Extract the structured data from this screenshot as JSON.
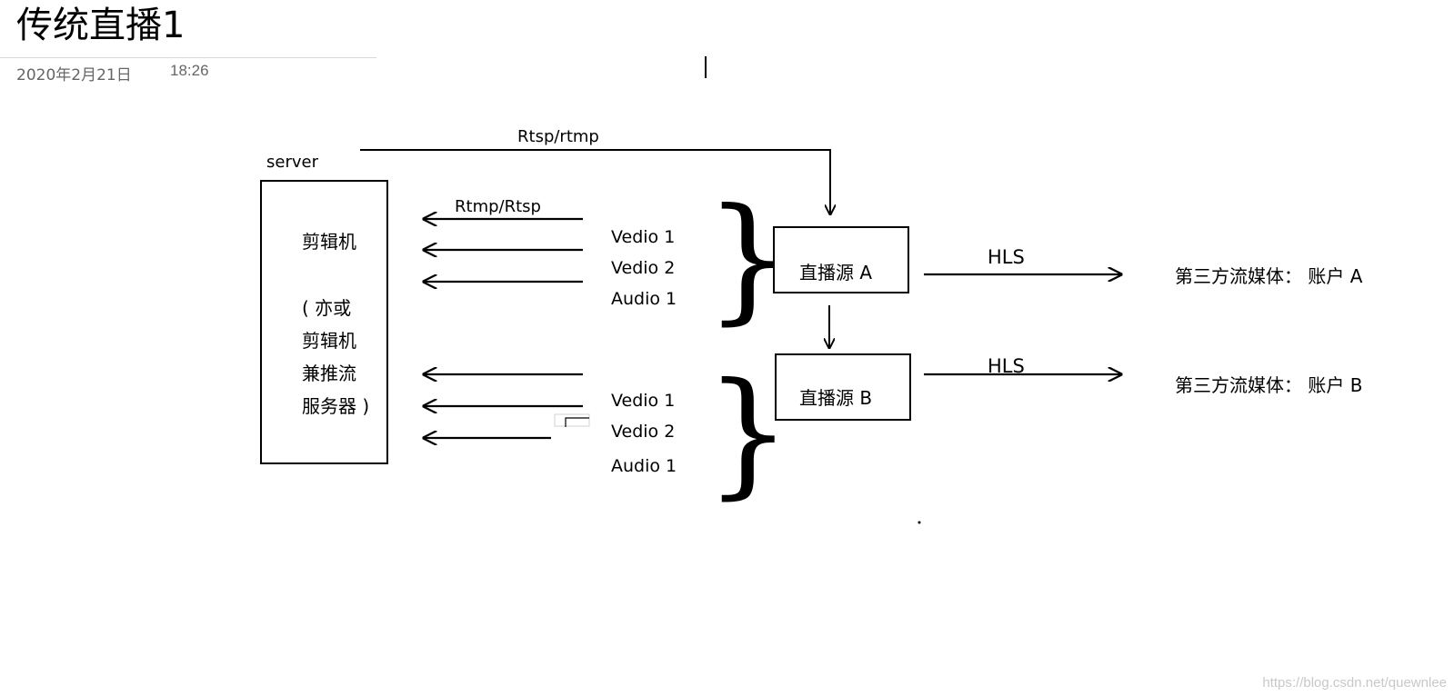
{
  "page": {
    "title": "传统直播1",
    "date": "2020年2月21日",
    "time": "18:26",
    "watermark": "https://blog.csdn.net/quewnlee"
  },
  "diagram": {
    "server_label": "server",
    "server_box_lines": [
      "剪辑机",
      "( 亦或",
      "剪辑机",
      "兼推流",
      "服务器 )"
    ],
    "top_link_label": "Rtsp/rtmp",
    "push_label": "Rtmp/Rtsp",
    "group_a_streams": [
      "Vedio 1",
      "Vedio 2",
      "Audio 1"
    ],
    "group_b_streams": [
      "Vedio 1",
      "Vedio 2",
      "Audio 1"
    ],
    "source_a": "直播源 A",
    "source_b": "直播源 B",
    "hls_a": "HLS",
    "hls_b": "HLS",
    "dest_a": "第三方流媒体：  账户 A",
    "dest_b": "第三方流媒体：  账户 B",
    "brace_glyph": "}"
  }
}
